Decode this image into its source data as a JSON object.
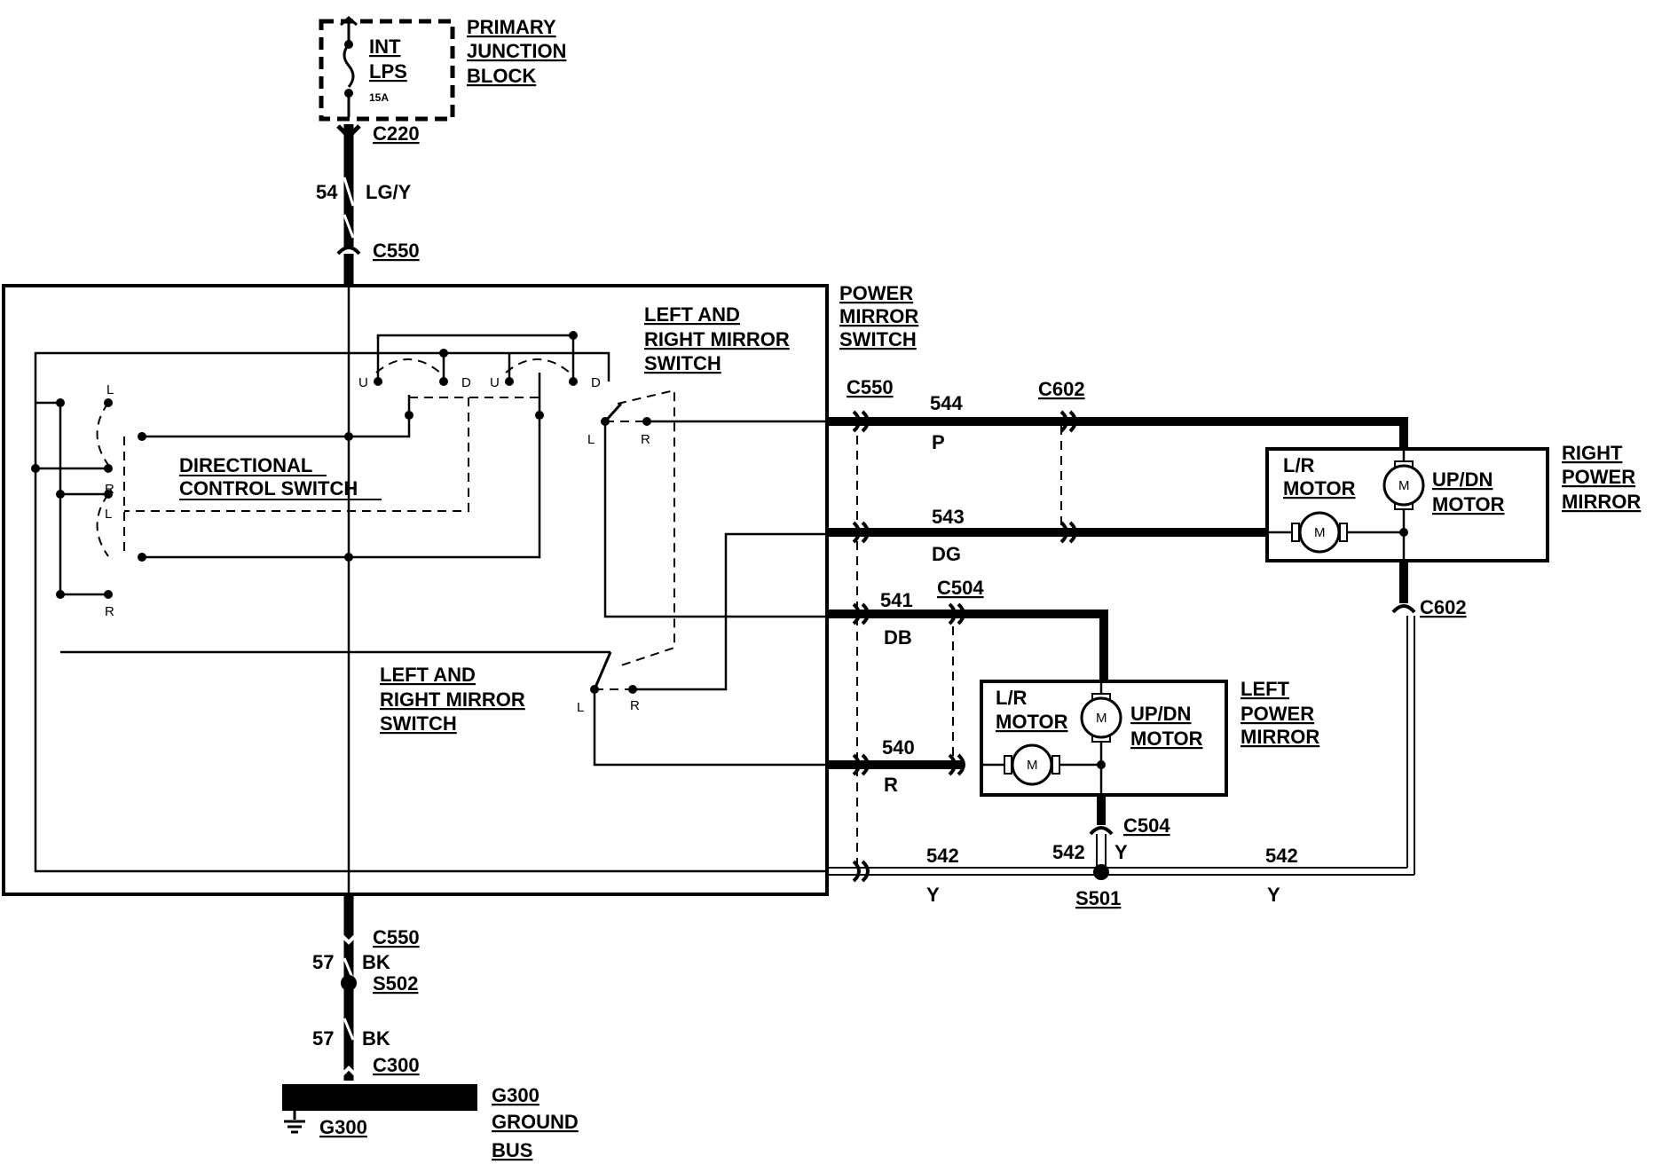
{
  "diagram": {
    "primary_junction_block": {
      "title_lines": [
        "PRIMARY",
        "JUNCTION",
        "BLOCK"
      ],
      "fuse_lines": [
        "INT",
        "LPS"
      ],
      "fuse_rating": "15A"
    },
    "connectors": {
      "c220": "C220",
      "c550": "C550",
      "c602": "C602",
      "c504": "C504",
      "c300": "C300"
    },
    "splices": {
      "s501": "S501",
      "s502": "S502"
    },
    "wires": {
      "feed": {
        "circuit": "54",
        "color": "LG/Y"
      },
      "w544": {
        "circuit": "544",
        "color": "P"
      },
      "w543": {
        "circuit": "543",
        "color": "DG"
      },
      "w541": {
        "circuit": "541",
        "color": "DB"
      },
      "w540": {
        "circuit": "540",
        "color": "R"
      },
      "w542": {
        "circuit": "542",
        "color": "Y"
      },
      "ground": {
        "circuit": "57",
        "color": "BK"
      }
    },
    "power_mirror_switch": {
      "title_lines": [
        "POWER",
        "MIRROR",
        "SWITCH"
      ],
      "directional_lines": [
        "DIRECTIONAL",
        "CONTROL SWITCH"
      ],
      "lr_switch_lines": [
        "LEFT AND",
        "RIGHT MIRROR",
        "SWITCH"
      ],
      "contact_l": "L",
      "contact_r": "R",
      "contact_u": "U",
      "contact_d": "D"
    },
    "right_power_mirror": {
      "title_lines": [
        "RIGHT",
        "POWER",
        "MIRROR"
      ],
      "lr_motor_lines": [
        "L/R",
        "MOTOR"
      ],
      "updn_motor_lines": [
        "UP/DN",
        "MOTOR"
      ],
      "motor_symbol": "M"
    },
    "left_power_mirror": {
      "title_lines": [
        "LEFT",
        "POWER",
        "MIRROR"
      ],
      "lr_motor_lines": [
        "L/R",
        "MOTOR"
      ],
      "updn_motor_lines": [
        "UP/DN",
        "MOTOR"
      ],
      "motor_symbol": "M"
    },
    "ground_bus": {
      "title_lines": [
        "G300",
        "GROUND",
        "BUS"
      ],
      "ground_label": "G300"
    }
  }
}
